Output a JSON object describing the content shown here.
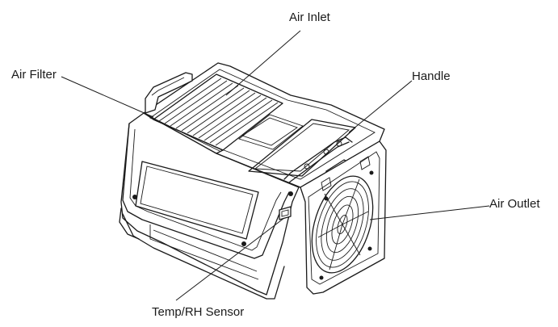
{
  "labels": {
    "air_inlet": "Air Inlet",
    "air_filter": "Air Filter",
    "handle": "Handle",
    "air_outlet": "Air Outlet",
    "temp_rh_sensor": "Temp/RH Sensor"
  },
  "colors": {
    "line": "#1a1a1a",
    "background": "#ffffff"
  }
}
